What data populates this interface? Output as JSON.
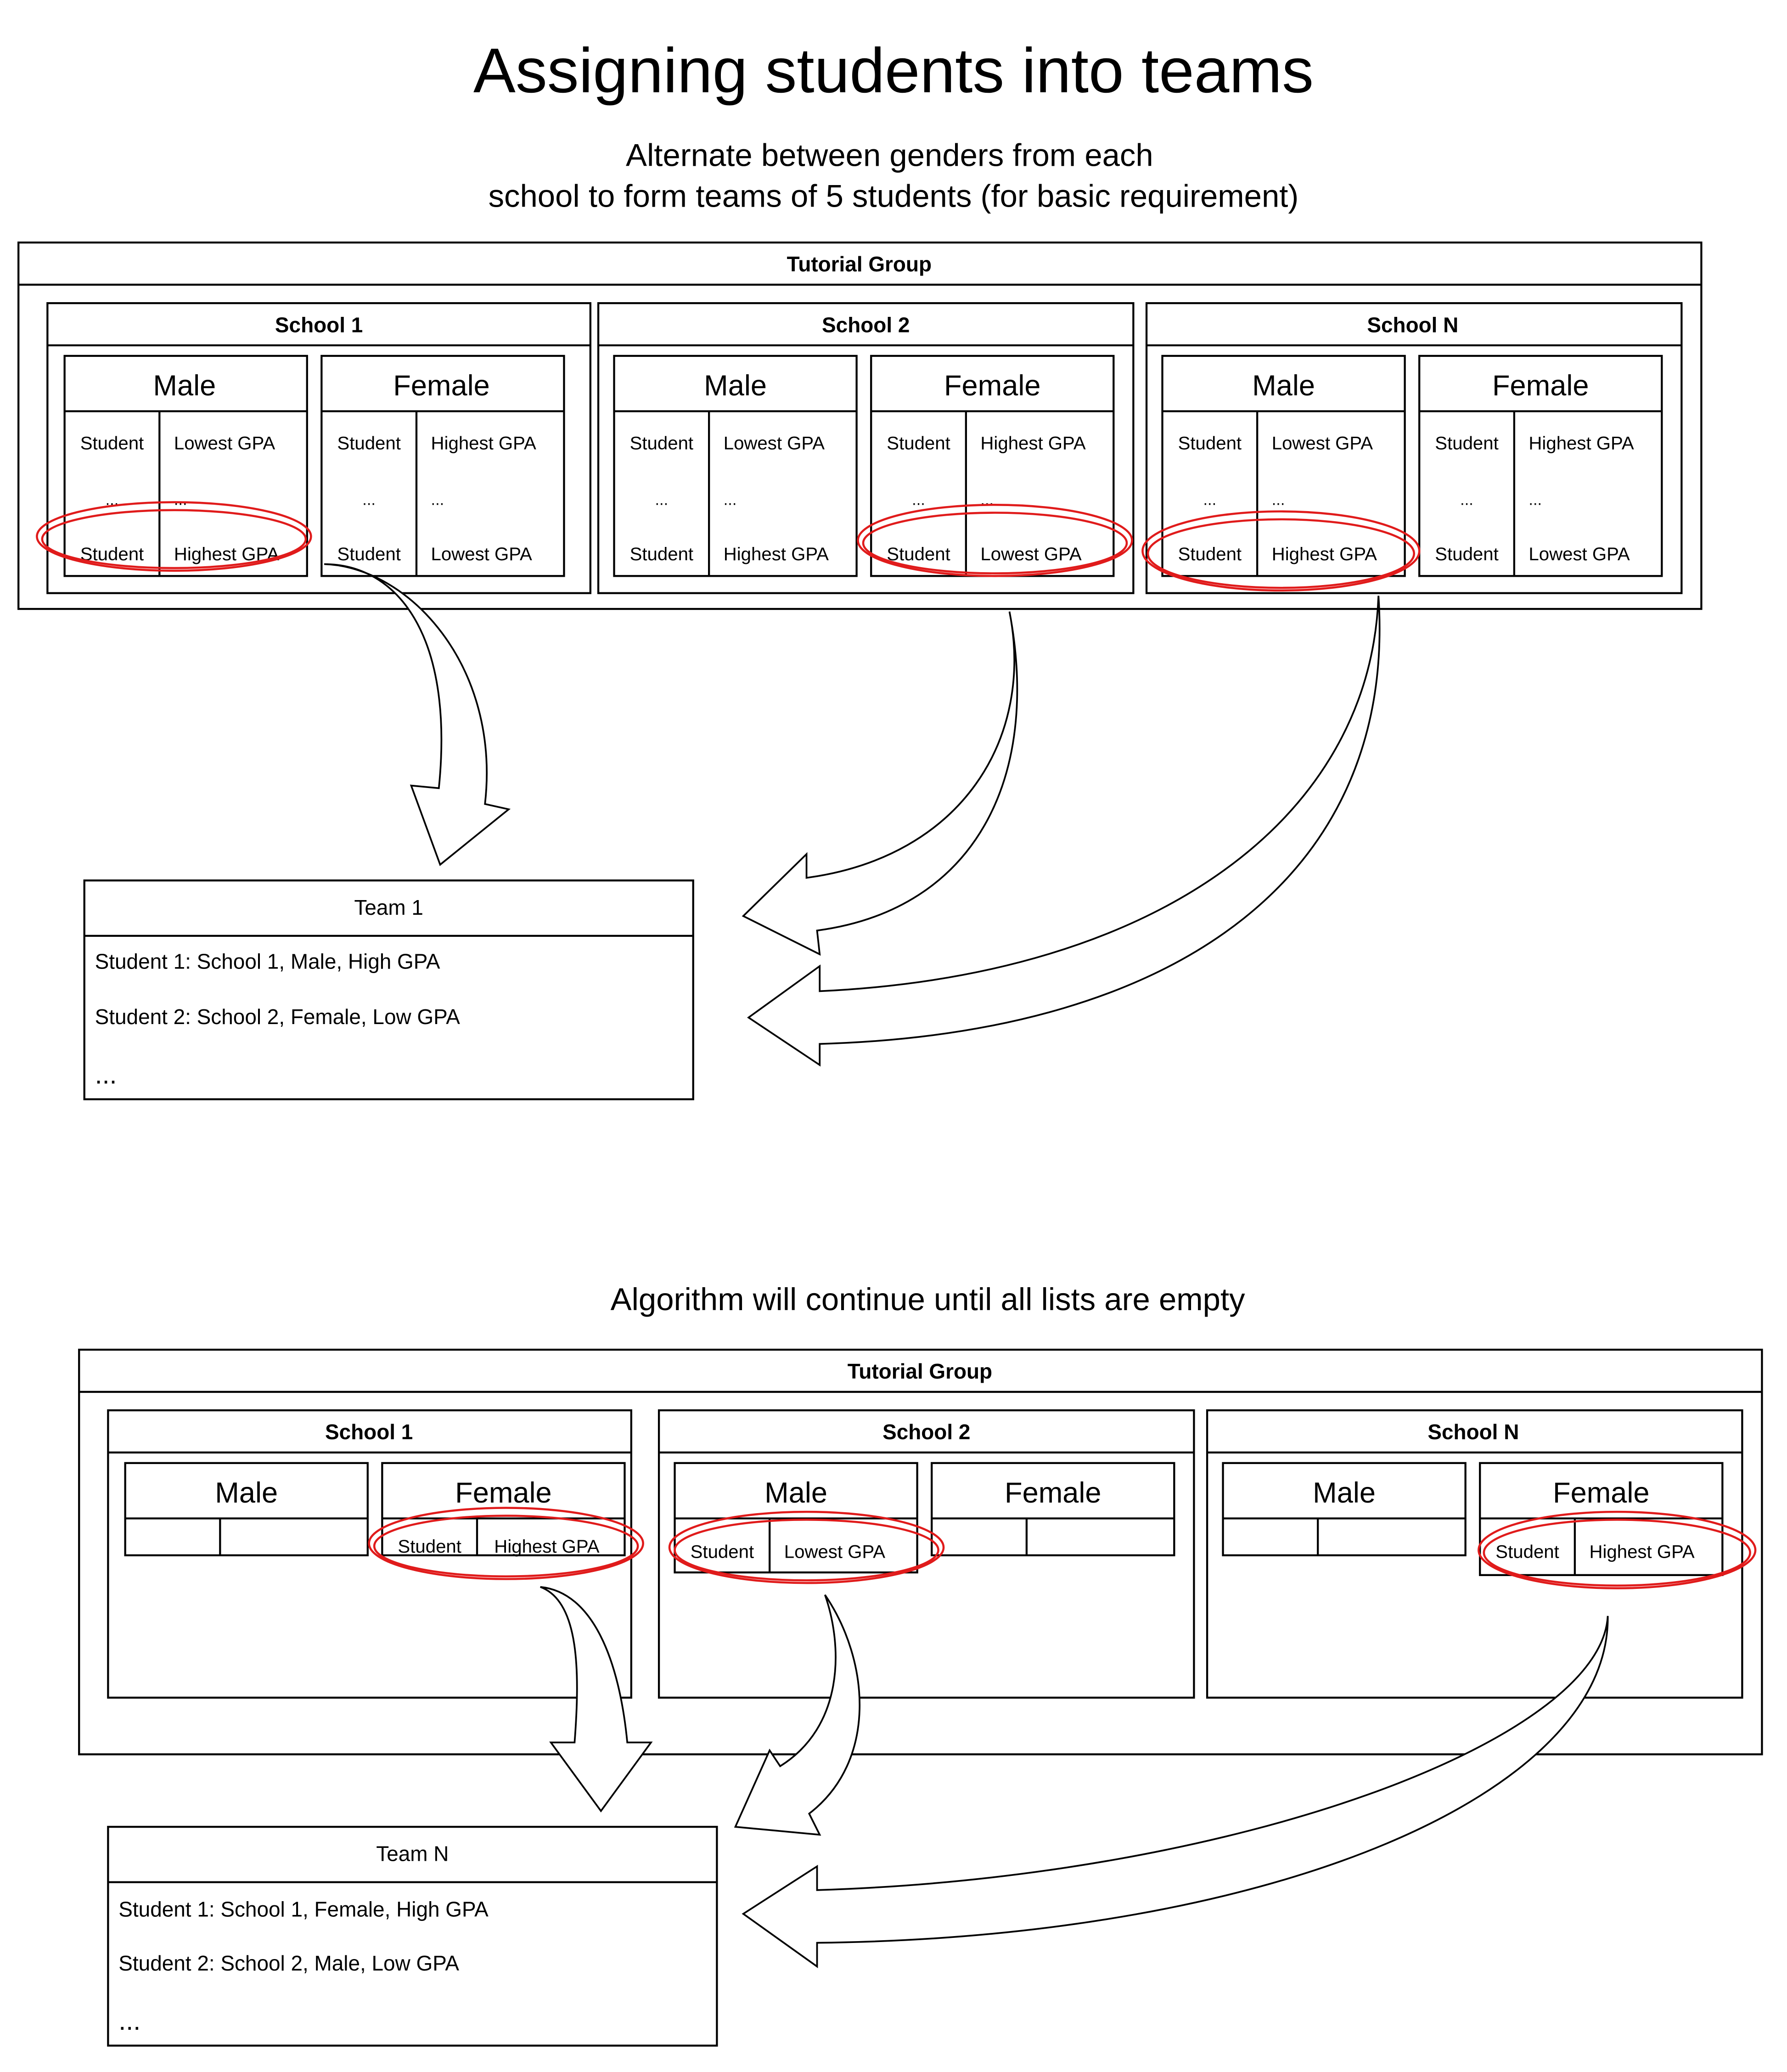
{
  "title": "Assigning students into teams",
  "subtitle_line1": "Alternate between genders from each",
  "subtitle_line2": "school to form teams of 5 students (for basic requirement)",
  "section2_caption": "Algorithm will continue until all lists are empty",
  "top": {
    "tutorial_label": "Tutorial Group",
    "schools": [
      {
        "name": "School 1",
        "male": {
          "label": "Male",
          "rows": [
            [
              "Student",
              "Lowest GPA"
            ],
            [
              "...",
              "..."
            ],
            [
              "Student",
              "Highest GPA"
            ]
          ]
        },
        "female": {
          "label": "Female",
          "rows": [
            [
              "Student",
              "Highest GPA"
            ],
            [
              "...",
              "..."
            ],
            [
              "Student",
              "Lowest GPA"
            ]
          ]
        }
      },
      {
        "name": "School 2",
        "male": {
          "label": "Male",
          "rows": [
            [
              "Student",
              "Lowest GPA"
            ],
            [
              "...",
              "..."
            ],
            [
              "Student",
              "Highest GPA"
            ]
          ]
        },
        "female": {
          "label": "Female",
          "rows": [
            [
              "Student",
              "Highest GPA"
            ],
            [
              "...",
              "..."
            ],
            [
              "Student",
              "Lowest GPA"
            ]
          ]
        }
      },
      {
        "name": "School N",
        "male": {
          "label": "Male",
          "rows": [
            [
              "Student",
              "Lowest GPA"
            ],
            [
              "...",
              "..."
            ],
            [
              "Student",
              "Highest GPA"
            ]
          ]
        },
        "female": {
          "label": "Female",
          "rows": [
            [
              "Student",
              "Highest GPA"
            ],
            [
              "...",
              "..."
            ],
            [
              "Student",
              "Lowest GPA"
            ]
          ]
        }
      }
    ],
    "team": {
      "title": "Team 1",
      "lines": [
        "Student 1: School 1, Male, High GPA",
        "Student 2: School 2, Female, Low GPA"
      ],
      "ellipsis": "..."
    }
  },
  "bottom": {
    "tutorial_label": "Tutorial Group",
    "schools": [
      {
        "name": "School 1",
        "male": {
          "label": "Male",
          "row": [
            "",
            ""
          ]
        },
        "female": {
          "label": "Female",
          "row": [
            "Student",
            "Highest GPA"
          ]
        }
      },
      {
        "name": "School 2",
        "male": {
          "label": "Male",
          "row": [
            "Student",
            "Lowest GPA"
          ]
        },
        "female": {
          "label": "Female",
          "row": [
            "",
            ""
          ]
        }
      },
      {
        "name": "School N",
        "male": {
          "label": "Male",
          "row": [
            "",
            ""
          ]
        },
        "female": {
          "label": "Female",
          "row": [
            "Student",
            "Highest GPA"
          ]
        }
      }
    ],
    "team": {
      "title": "Team N",
      "lines": [
        "Student 1: School 1, Female, High GPA",
        "Student 2: School 2, Male, Low GPA"
      ],
      "ellipsis": "..."
    }
  },
  "colors": {
    "highlight": "#e01b1b",
    "line": "#000000",
    "background": "#ffffff"
  }
}
